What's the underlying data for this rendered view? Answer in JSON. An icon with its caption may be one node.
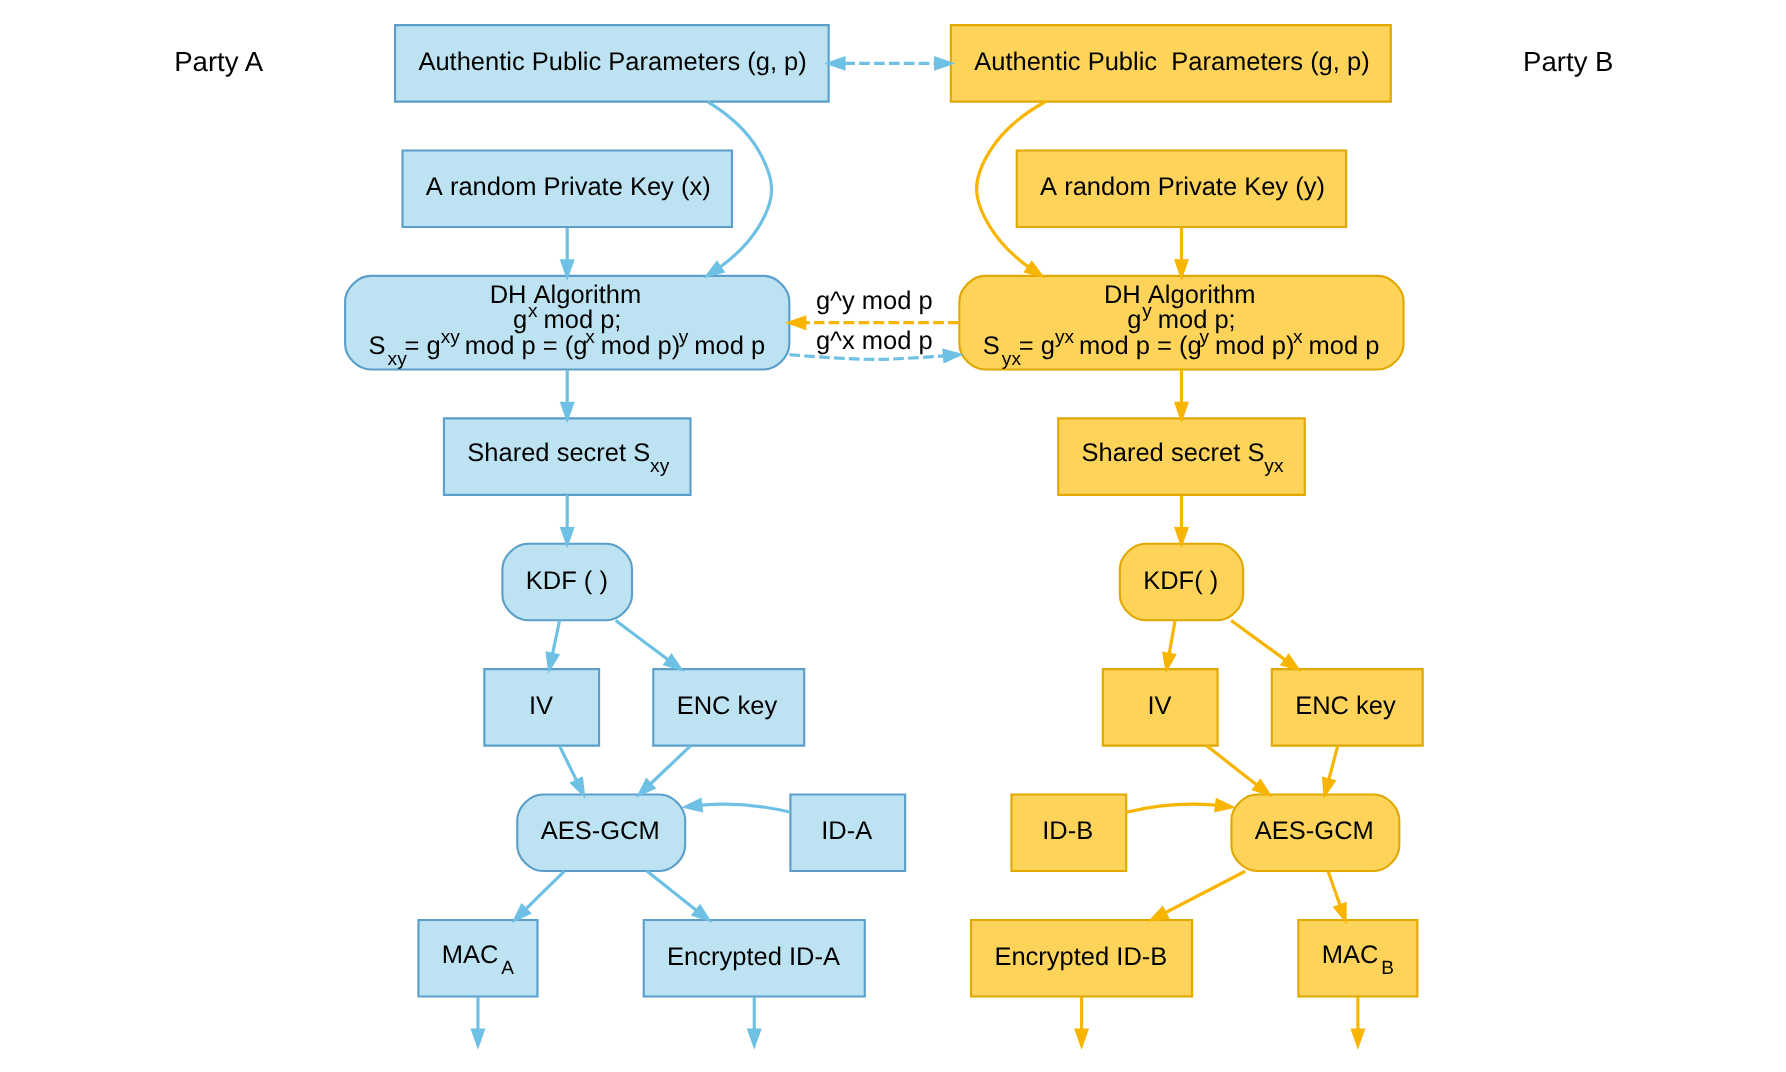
{
  "diagram": {
    "nodes": [
      {
        "text": [
          "Authentic Public Parameters (g, p)"
        ]
      },
      {
        "text": [
          "A random Private Key (x)"
        ]
      },
      {
        "text": [
          "DH Algorithm",
          "g$^{x}$ mod p;",
          "S$_{xy}$= g$^{xy}$ mod p = (g$^{x}$ mod p)$^{y}$ mod p"
        ]
      },
      {
        "text": [
          "Shared secret S$_{xy}$"
        ]
      },
      {
        "text": [
          "KDF ( )"
        ]
      },
      {
        "text": [
          "IV"
        ]
      },
      {
        "text": [
          "ENC key"
        ]
      },
      {
        "text": [
          "AES-GCM"
        ]
      },
      {
        "text": [
          "ID-A"
        ]
      },
      {
        "text": [
          "MAC$_{A}$"
        ]
      },
      {
        "text": [
          "Encrypted ID-A"
        ]
      },
      {
        "text": [
          "Authentic Public  Parameters (g, p)"
        ]
      },
      {
        "text": [
          "A random Private Key (y)"
        ]
      },
      {
        "text": [
          "DH Algorithm",
          "g$^{y}$ mod p;",
          "S$_{yx}$= g$^{yx}$ mod p = (g$^{y}$ mod p)$^{x}$ mod p"
        ]
      },
      {
        "text": [
          "Shared secret S$_{yx}$"
        ]
      },
      {
        "text": [
          "KDF( )"
        ]
      },
      {
        "text": [
          "IV"
        ]
      },
      {
        "text": [
          "ENC key"
        ]
      },
      {
        "text": [
          "AES-GCM"
        ]
      },
      {
        "text": [
          "ID-B"
        ]
      },
      {
        "text": [
          "Encrypted ID-B"
        ]
      },
      {
        "text": [
          "MAC$_{B}$"
        ]
      }
    ],
    "edges": [
      {
        "from": 0,
        "to": 11,
        "arrow": "both",
        "style": "dashed",
        "color": "#6ec1e4"
      },
      {
        "from": 0,
        "to": 2,
        "arrow": "to",
        "color": "#6ec1e4"
      },
      {
        "from": 1,
        "to": 2,
        "arrow": "to",
        "color": "#6ec1e4"
      },
      {
        "from": 13,
        "to": 2,
        "arrow": "to",
        "label": "g^y mod p",
        "style": "dashed",
        "color": "#f7b500"
      },
      {
        "from": 2,
        "to": 13,
        "arrow": "to",
        "label": "g^x mod p",
        "style": "dashed",
        "color": "#6ec1e4"
      },
      {
        "from": 2,
        "to": 3,
        "arrow": "to",
        "color": "#6ec1e4"
      },
      {
        "from": 3,
        "to": 4,
        "arrow": "to",
        "color": "#6ec1e4"
      },
      {
        "from": 4,
        "to": 5,
        "arrow": "to",
        "color": "#6ec1e4"
      },
      {
        "from": 4,
        "to": 6,
        "arrow": "to",
        "color": "#6ec1e4"
      },
      {
        "from": 5,
        "to": 7,
        "arrow": "to",
        "color": "#6ec1e4"
      },
      {
        "from": 6,
        "to": 7,
        "arrow": "to",
        "color": "#6ec1e4"
      },
      {
        "from": 8,
        "to": 7,
        "arrow": "to",
        "color": "#6ec1e4"
      },
      {
        "from": 7,
        "to": 9,
        "arrow": "to",
        "color": "#6ec1e4"
      },
      {
        "from": 7,
        "to": 10,
        "arrow": "to",
        "color": "#6ec1e4"
      },
      {
        "from": 9,
        "to": null,
        "arrow": "to",
        "color": "#6ec1e4"
      },
      {
        "from": 10,
        "to": null,
        "arrow": "to",
        "color": "#6ec1e4"
      },
      {
        "from": 11,
        "to": 13,
        "arrow": "to",
        "color": "#f7b500"
      },
      {
        "from": 12,
        "to": 13,
        "arrow": "to",
        "color": "#f7b500"
      },
      {
        "from": 13,
        "to": 14,
        "arrow": "to",
        "color": "#f7b500"
      },
      {
        "from": 14,
        "to": 15,
        "arrow": "to",
        "color": "#f7b500"
      },
      {
        "from": 15,
        "to": 16,
        "arrow": "to",
        "color": "#f7b500"
      },
      {
        "from": 15,
        "to": 17,
        "arrow": "to",
        "color": "#f7b500"
      },
      {
        "from": 16,
        "to": 18,
        "arrow": "to",
        "color": "#f7b500"
      },
      {
        "from": 17,
        "to": 18,
        "arrow": "to",
        "color": "#f7b500"
      },
      {
        "from": 19,
        "to": 18,
        "arrow": "to",
        "color": "#f7b500"
      },
      {
        "from": 18,
        "to": 20,
        "arrow": "to",
        "color": "#f7b500"
      },
      {
        "from": 18,
        "to": 21,
        "arrow": "to",
        "color": "#f7b500"
      },
      {
        "from": 20,
        "to": null,
        "arrow": "to",
        "color": "#f7b500"
      },
      {
        "from": 21,
        "to": null,
        "arrow": "to",
        "color": "#f7b500"
      }
    ],
    "labels": [
      "Party A",
      "Party B"
    ]
  }
}
